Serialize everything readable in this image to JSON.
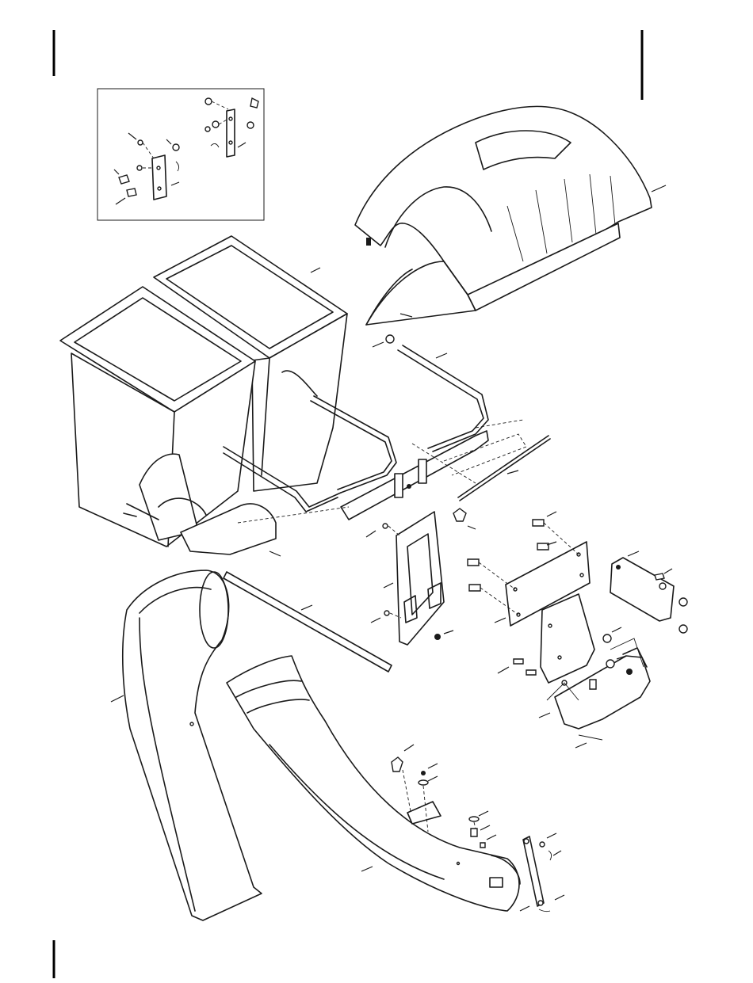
{
  "diagram": {
    "background": "#ffffff",
    "line_color": "#1a1a1a",
    "parts": [
      "inset-bracket-detail",
      "hood-cover",
      "bag-left",
      "bag-right",
      "bag-frame",
      "support-rod",
      "mounting-bracket",
      "mounting-plate",
      "side-bracket",
      "lower-bracket",
      "chute-upper",
      "chute-lower",
      "chute-strap",
      "chute-clip",
      "long-rod"
    ]
  }
}
